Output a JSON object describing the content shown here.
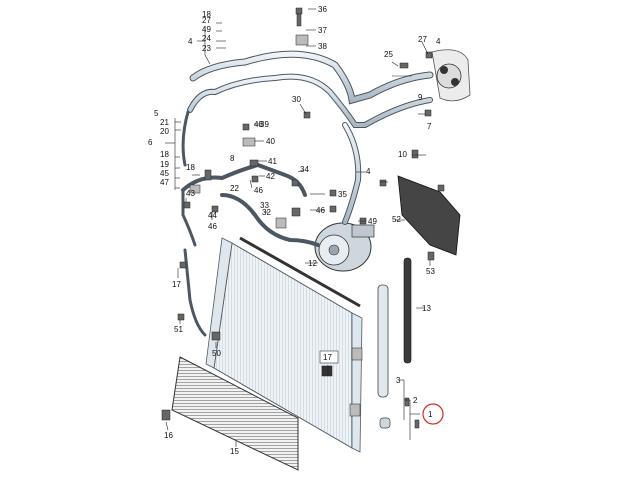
{
  "diagram": {
    "description_free": true,
    "highlight_color": "#d9261c",
    "callouts": [
      {
        "id": "c1",
        "text": "1"
      },
      {
        "id": "c2",
        "text": "2"
      },
      {
        "id": "c3",
        "text": "3"
      },
      {
        "id": "c4a",
        "text": "4"
      },
      {
        "id": "c4b",
        "text": "4"
      },
      {
        "id": "c4c",
        "text": "4"
      },
      {
        "id": "c5",
        "text": "5"
      },
      {
        "id": "c6",
        "text": "6"
      },
      {
        "id": "c7",
        "text": "7"
      },
      {
        "id": "c8",
        "text": "8"
      },
      {
        "id": "c9",
        "text": "9"
      },
      {
        "id": "c10",
        "text": "10"
      },
      {
        "id": "c12",
        "text": "12"
      },
      {
        "id": "c13",
        "text": "13"
      },
      {
        "id": "c15",
        "text": "15"
      },
      {
        "id": "c16",
        "text": "16"
      },
      {
        "id": "c17a",
        "text": "17"
      },
      {
        "id": "c17b",
        "text": "17"
      },
      {
        "id": "c18a",
        "text": "18"
      },
      {
        "id": "c18b",
        "text": "18"
      },
      {
        "id": "c18c",
        "text": "18"
      },
      {
        "id": "c19",
        "text": "19"
      },
      {
        "id": "c20",
        "text": "20"
      },
      {
        "id": "c21",
        "text": "21"
      },
      {
        "id": "c22",
        "text": "22"
      },
      {
        "id": "c23",
        "text": "23"
      },
      {
        "id": "c24",
        "text": "24"
      },
      {
        "id": "c25",
        "text": "25"
      },
      {
        "id": "c27a",
        "text": "27"
      },
      {
        "id": "c27b",
        "text": "27"
      },
      {
        "id": "c30",
        "text": "30"
      },
      {
        "id": "c32",
        "text": "32"
      },
      {
        "id": "c33",
        "text": "33"
      },
      {
        "id": "c34",
        "text": "34"
      },
      {
        "id": "c35",
        "text": "35"
      },
      {
        "id": "c36",
        "text": "36"
      },
      {
        "id": "c37",
        "text": "37"
      },
      {
        "id": "c38",
        "text": "38"
      },
      {
        "id": "c39",
        "text": "39"
      },
      {
        "id": "c40",
        "text": "40"
      },
      {
        "id": "c41",
        "text": "41"
      },
      {
        "id": "c42",
        "text": "42"
      },
      {
        "id": "c43",
        "text": "43"
      },
      {
        "id": "c44",
        "text": "44"
      },
      {
        "id": "c45",
        "text": "45"
      },
      {
        "id": "c46a",
        "text": "46"
      },
      {
        "id": "c46b",
        "text": "46"
      },
      {
        "id": "c46c",
        "text": "46"
      },
      {
        "id": "c47",
        "text": "47"
      },
      {
        "id": "c48",
        "text": "48"
      },
      {
        "id": "c49a",
        "text": "49"
      },
      {
        "id": "c49b",
        "text": "49"
      },
      {
        "id": "c50",
        "text": "50"
      },
      {
        "id": "c51",
        "text": "51"
      },
      {
        "id": "c52",
        "text": "52"
      },
      {
        "id": "c53",
        "text": "53"
      }
    ]
  }
}
